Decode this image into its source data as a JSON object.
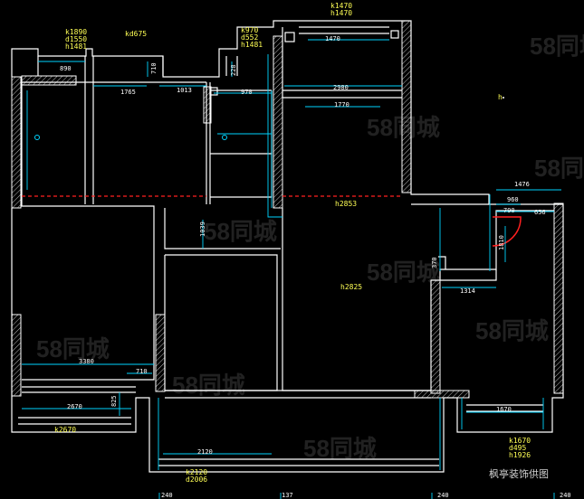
{
  "labels": {
    "top_window_k": "k1470",
    "top_window_h": "h1470",
    "left_window_k": "k1890",
    "left_window_d": "d1550",
    "left_window_h": "h1481",
    "kd_top": "kd675",
    "mid_window_k": "k970",
    "mid_window_d": "d552",
    "mid_window_h": "h1481",
    "bottom_left_window": "k2670",
    "bottom_center_k": "k2120",
    "bottom_center_d": "d2006",
    "bottom_right_k": "k1670",
    "bottom_right_d": "d495",
    "bottom_right_h": "h1926",
    "ceiling_height_main": "h2825",
    "ceiling_height_beam": "h2853",
    "right_h": "h"
  },
  "dimensions": {
    "d_1470": "1470",
    "d_890": "890",
    "d_710_a": "710",
    "d_1765": "1765",
    "d_1013": "1013",
    "d_228": "228",
    "d_970": "970",
    "d_2980": "2980",
    "d_1770": "1770",
    "d_1039": "1039",
    "d_1476": "1476",
    "d_960": "960",
    "d_790": "790",
    "d_656": "656",
    "d_1810": "1810",
    "d_1314": "1314",
    "d_3380": "3380",
    "d_710_b": "710",
    "d_2670": "2670",
    "d_825": "825",
    "d_2120": "2120",
    "d_1670": "1670",
    "d_370": "370"
  },
  "bottom_ruler": {
    "a": "240",
    "b": "137",
    "c": "240",
    "d": "240"
  },
  "watermark": "58同城",
  "footer_brand": "枫亭装饰供图"
}
